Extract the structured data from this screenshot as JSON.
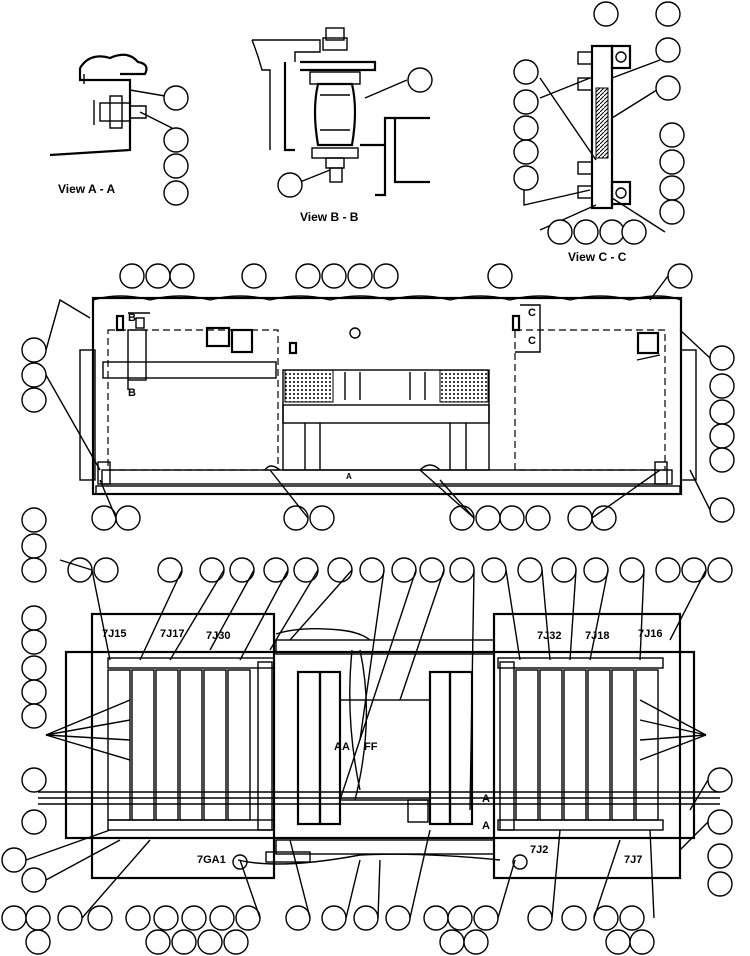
{
  "views": {
    "view_a": "View A - A",
    "view_b": "View B - B",
    "view_c": "View C - C"
  },
  "section_marks": {
    "b_upper": "B",
    "b_lower": "B",
    "c_upper": "C",
    "c_lower": "C",
    "a_upper": "A",
    "a_lower": "A",
    "a_small": "A"
  },
  "connectors": {
    "j15": "7J15",
    "j17": "7J17",
    "j30": "7J30",
    "j32": "7J32",
    "j18": "7J18",
    "j16": "7J16",
    "ga1": "7GA1",
    "j2": "7J2",
    "j7": "7J7"
  },
  "wire_marks": {
    "aa": "AA",
    "ff": "FF"
  }
}
